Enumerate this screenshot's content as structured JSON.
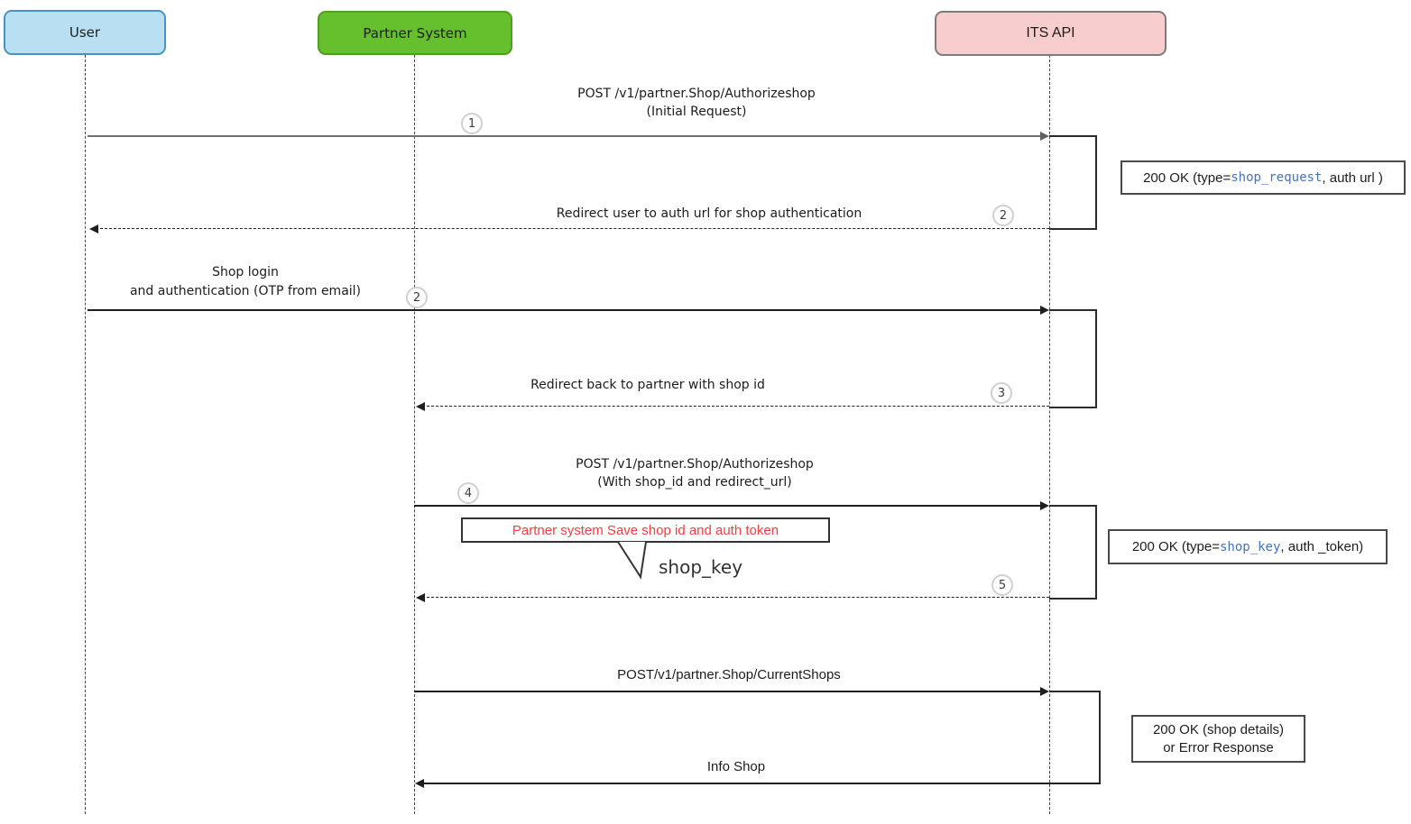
{
  "diagram_type": "sequence-diagram",
  "actors": [
    {
      "label": "User"
    },
    {
      "label": "Partner System"
    },
    {
      "label": "ITS API"
    }
  ],
  "colors": {
    "user_fill": "#B9E0F2",
    "user_border": "#4A93C1",
    "partner_fill": "#66C02D",
    "partner_border": "#4F9E1E",
    "api_fill": "#F8CDCD",
    "api_border": "#7C7C7C",
    "code_blue": "#4472C4",
    "note_red": "#FA3B3B",
    "arrow_gray": "#707070",
    "arrow_black": "#1F1F1F"
  },
  "badges": [
    {
      "n": "1"
    },
    {
      "n": "2"
    },
    {
      "n": "2"
    },
    {
      "n": "3"
    },
    {
      "n": "4"
    },
    {
      "n": "5"
    }
  ],
  "messages": {
    "m1_line1": "POST /v1/partner.Shop/Authorizeshop",
    "m1_line2": "(Initial Request)",
    "m2": "Redirect user to auth url for shop authentication",
    "m3_line1": "Shop login",
    "m3_line2": "and authentication (OTP from email)",
    "m4": "Redirect back to partner with shop id",
    "m5_line1": "POST /v1/partner.Shop/Authorizeshop",
    "m5_line2": "(With shop_id and redirect_url)",
    "m6_note": "Partner system Save shop id and auth token",
    "m6_callout": "shop_key",
    "m7": "POST/v1/partner.Shop/CurrentShops",
    "m8": "Info Shop"
  },
  "responses": [
    {
      "prefix": "200 OK (type=",
      "code": "shop_request",
      "suffix": ", auth url )"
    },
    {
      "prefix": "200 OK (type=",
      "code": "shop_key",
      "suffix": ", auth _token)"
    },
    {
      "line1": "200 OK (shop details)",
      "line2": "or Error Response"
    }
  ]
}
